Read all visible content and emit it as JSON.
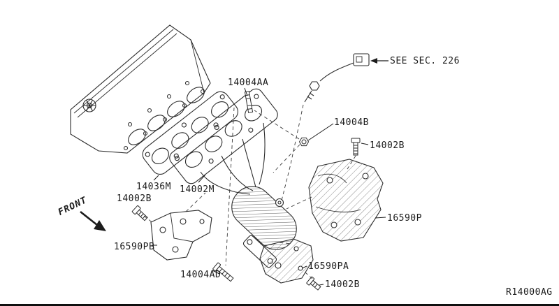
{
  "diagram": {
    "drawing_number": "R14000AG",
    "front_indicator": "FRONT",
    "see_section_note": "SEE SEC. 226"
  },
  "labels": [
    {
      "id": "see-sec-note",
      "text": "SEE SEC. 226"
    },
    {
      "id": "part-14004AA",
      "text": "14004AA"
    },
    {
      "id": "part-14004B",
      "text": "14004B"
    },
    {
      "id": "part-14002B-upper-right",
      "text": "14002B"
    },
    {
      "id": "part-14036M",
      "text": "14036M"
    },
    {
      "id": "part-14002M",
      "text": "14002M"
    },
    {
      "id": "part-14002B-left",
      "text": "14002B"
    },
    {
      "id": "part-16590P",
      "text": "16590P"
    },
    {
      "id": "front-indicator",
      "text": "FRONT"
    },
    {
      "id": "part-16590PB",
      "text": "16590PB"
    },
    {
      "id": "part-14004AD",
      "text": "14004AD"
    },
    {
      "id": "part-16590PA",
      "text": "16590PA"
    },
    {
      "id": "part-14002B-bottom",
      "text": "14002B"
    },
    {
      "id": "drawing-number",
      "text": "R14000AG"
    }
  ]
}
